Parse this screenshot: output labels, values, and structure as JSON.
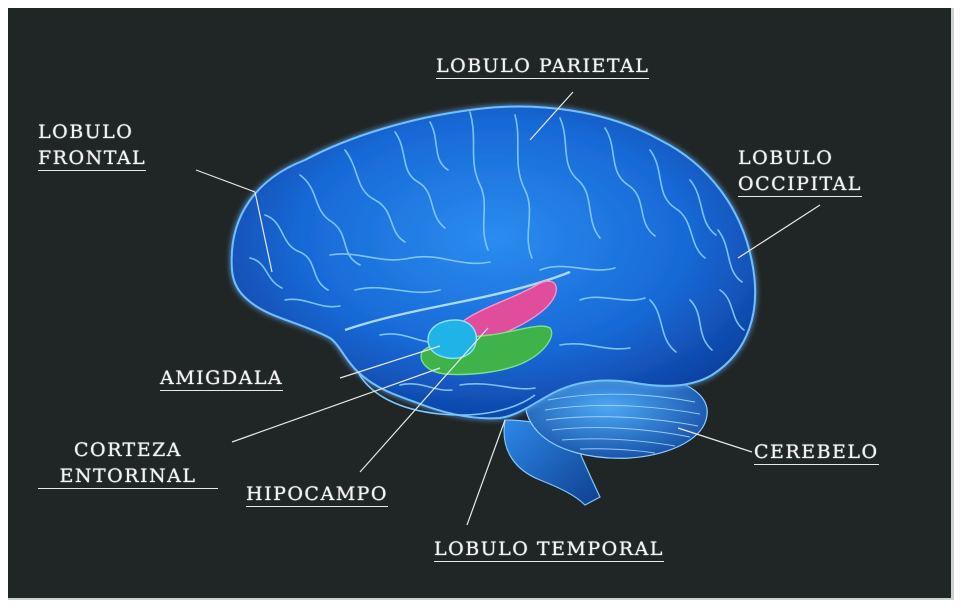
{
  "diagram": {
    "labels": {
      "lobulo_parietal": "LOBULO PARIETAL",
      "lobulo_frontal_line1": "LOBULO",
      "lobulo_frontal_line2": "FRONTAL",
      "lobulo_occipital_line1": "LOBULO",
      "lobulo_occipital_line2": "OCCIPITAL",
      "amigdala": "AMIGDALA",
      "corteza_entorinal_line1": "CORTEZA",
      "corteza_entorinal_line2": "ENTORINAL",
      "hipocampo": "HIPOCAMPO",
      "cerebelo": "CEREBELO",
      "lobulo_temporal": "LOBULO TEMPORAL"
    },
    "colors": {
      "background": "#202525",
      "brain": "#1e7be0",
      "brain_highlight": "#6fc0ff",
      "hippocampus": "#e04d9a",
      "amygdala": "#1fb3e8",
      "entorhinal_cortex": "#3fb24a",
      "label_text": "#f4f4f4"
    }
  }
}
